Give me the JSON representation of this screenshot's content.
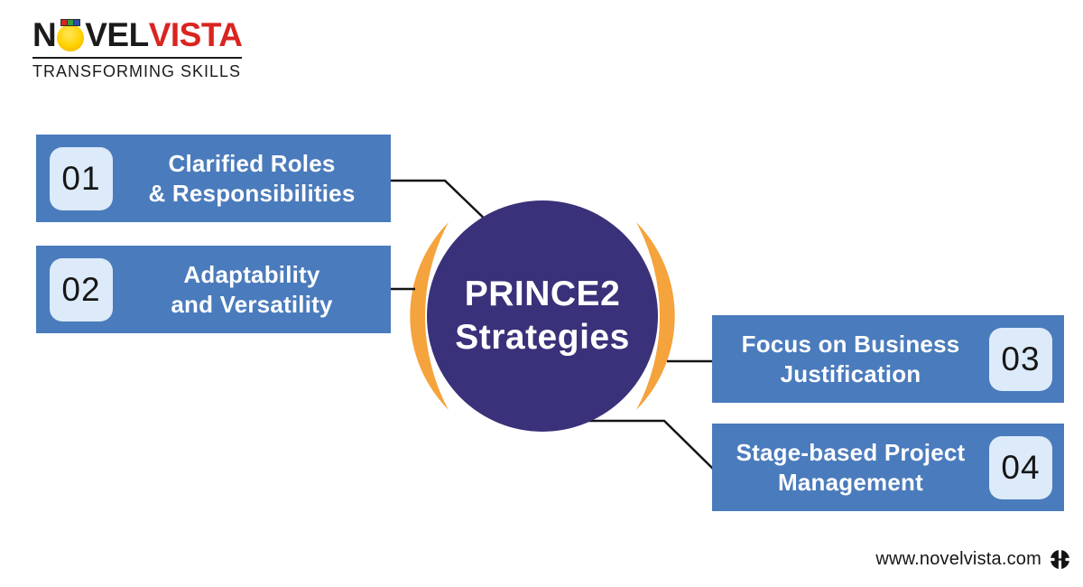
{
  "brand": {
    "name_part1": "N",
    "name_part2": "VEL",
    "name_part3": "VISTA",
    "tagline": "TRANSFORMING SKILLS"
  },
  "center": {
    "title_line1": "PRINCE2",
    "title_line2": "Strategies"
  },
  "items": [
    {
      "number": "01",
      "label_line1": "Clarified Roles",
      "label_line2": "& Responsibilities",
      "side": "left"
    },
    {
      "number": "02",
      "label_line1": "Adaptability",
      "label_line2": "and Versatility",
      "side": "left"
    },
    {
      "number": "03",
      "label_line1": "Focus on Business",
      "label_line2": "Justification",
      "side": "right"
    },
    {
      "number": "04",
      "label_line1": "Stage-based Project",
      "label_line2": "Management",
      "side": "right"
    }
  ],
  "footer": {
    "website": "www.novelvista.com",
    "icon": "globe-icon"
  },
  "colors": {
    "box_blue": "#4a7bbc",
    "badge_bg": "#dceaf9",
    "circle_indigo": "#393179",
    "arc_orange": "#f5a33c",
    "logo_red": "#da2420",
    "logo_yellow": "#ffd200",
    "connector_black": "#141414"
  }
}
